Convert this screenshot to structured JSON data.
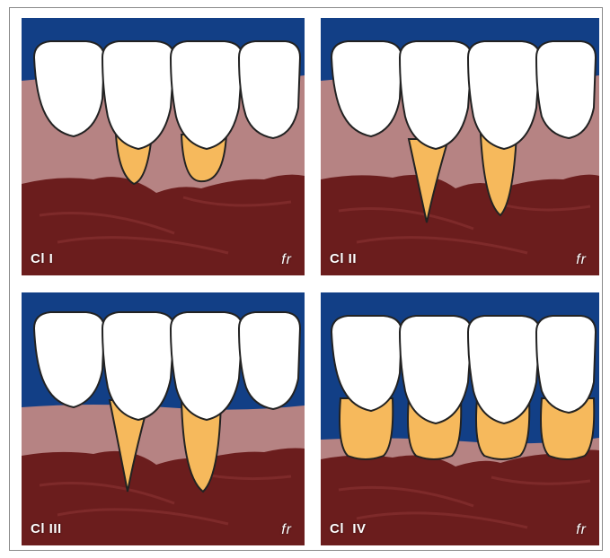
{
  "panels": [
    {
      "label": "Cl I",
      "signature": "fr"
    },
    {
      "label": "Cl II",
      "signature": "fr"
    },
    {
      "label": "Cl III",
      "signature": "fr"
    },
    {
      "label": "Cl  IV",
      "signature": "fr"
    }
  ],
  "colors": {
    "background": "#123f86",
    "gingiva": "#b68383",
    "bone": "#6e1f1f",
    "tooth": "#ffffff",
    "root": "#f6b95c"
  }
}
